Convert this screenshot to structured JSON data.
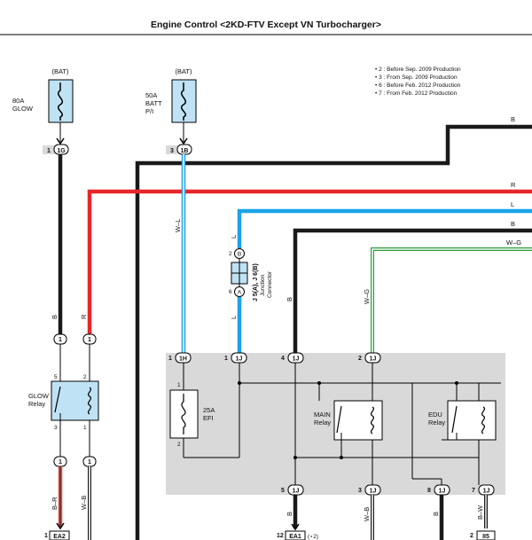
{
  "header": {
    "title": "Engine Control <2KD-FTV Except VN Turbocharger>"
  },
  "notes": [
    "• 2 : Before Sep.  2009 Production",
    "• 3 : From Sep.  2009 Production",
    "• 6 : Before Feb.  2012 Production",
    "• 7 : From Feb.  2012 Production"
  ],
  "fuses": {
    "glow": {
      "source": "(BAT)",
      "rating": "80A",
      "name": "GLOW",
      "connector": "1G",
      "pin": "1"
    },
    "batt": {
      "source": "(BAT)",
      "rating": "50A",
      "name_line1": "BATT",
      "name_line2": "P/I",
      "connector": "1B",
      "pin": "3"
    },
    "efi": {
      "rating": "25A",
      "name": "EFI",
      "pin_top": "1",
      "pin_bottom": "2"
    }
  },
  "wires": {
    "b_top": "B",
    "r_top": "R",
    "l_top": "L",
    "b_mid": "B",
    "wg_top": "W–G",
    "glow_b": "B",
    "glow_r": "R",
    "batt_wl": "W–L",
    "jc_l_top": "L",
    "jc_l_bottom": "L",
    "main_b": "B",
    "wg_vertical": "W–G",
    "out_br": "B–R",
    "out_wb": "W–B",
    "out_b": "B",
    "out_wb2": "W–B",
    "out_b2": "B",
    "out_bw": "B–W"
  },
  "junction": {
    "label": "J 5(A), J 6(B)",
    "sub1": "Junction",
    "sub2": "Connector",
    "pin_b_num": "2",
    "pin_b": "B",
    "pin_a_num": "6",
    "pin_a": "A"
  },
  "relays": {
    "glow": {
      "name_line1": "GLOW",
      "name_line2": "Relay",
      "pins": [
        "5",
        "2",
        "3",
        "1"
      ]
    },
    "main": {
      "name_line1": "MAIN",
      "name_line2": "Relay"
    },
    "edu": {
      "name_line1": "EDU",
      "name_line2": "Relay"
    }
  },
  "connectors": {
    "c1": "1",
    "c1r": "1",
    "c1b": "1",
    "c1rb": "1",
    "top_1h_pin": "1",
    "top_1h": "1H",
    "top_1j_pin1": "1",
    "top_1j_a": "1J",
    "top_1j_pin4": "4",
    "top_1j_b": "1J",
    "top_1j_pin2": "2",
    "top_1j_c": "1J",
    "bot_pin5": "5",
    "bot_1j_a": "1J",
    "bot_pin3": "3",
    "bot_1j_b": "1J",
    "bot_pin8": "8",
    "bot_1j_c": "1J",
    "bot_pin7": "7",
    "bot_1j_d": "1J"
  },
  "bottom_terminals": {
    "ea2_pin": "1",
    "ea2": "EA2",
    "ea1_pin": "12",
    "ea1": "EA1",
    "ea1_note": "(⋆2)",
    "ii5_pin": "2",
    "ii5": "II5"
  },
  "colors": {
    "black": "#1a1a1a",
    "red": "#e8262a",
    "blue": "#1aa3e8",
    "green": "#2c9a3c",
    "light_blue_fill": "#bfe3f5",
    "panel_gray": "#d9d9d9",
    "pink": "#d9534f"
  }
}
